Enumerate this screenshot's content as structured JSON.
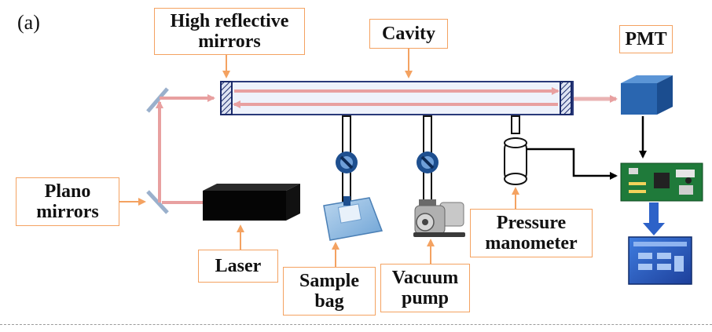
{
  "panel_label": "(a)",
  "labels": {
    "high_reflective_mirrors": "High reflective\nmirrors",
    "cavity": "Cavity",
    "pmt": "PMT",
    "plano_mirrors": "Plano\nmirrors",
    "laser": "Laser",
    "sample_bag": "Sample\nbag",
    "vacuum_pump": "Vacuum\npump",
    "pressure_manometer": "Pressure\nmanometer"
  },
  "colors": {
    "label_border": "#f4a261",
    "callout_arrow": "#f4a261",
    "beam": "#e8a0a0",
    "cavity_border": "#2a3a7a",
    "cavity_fill": "#eef2fb",
    "valve": "#1e4f8f",
    "pmt_box": "#2a66b0",
    "signal_line": "#000000",
    "circuit_board": "#1f7a3a",
    "screen": "#2d62c8"
  },
  "icons": {
    "laser": "laser-box-icon",
    "pmt": "pmt-cube-icon",
    "sample_bag": "sample-bag-icon",
    "vacuum_pump": "vacuum-pump-icon",
    "manometer": "pressure-gauge-icon",
    "board": "circuit-board-icon",
    "monitor": "computer-screen-icon",
    "valve": "valve-icon"
  }
}
